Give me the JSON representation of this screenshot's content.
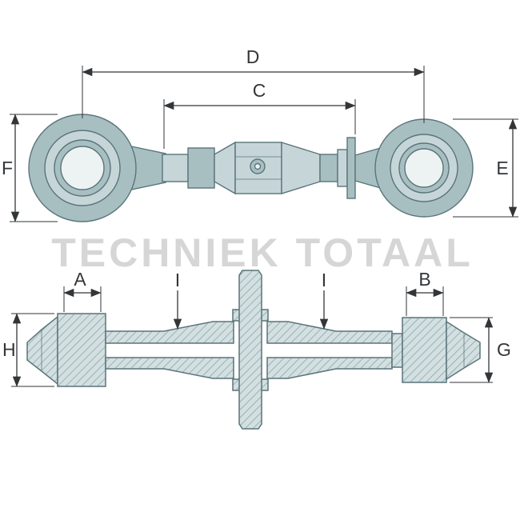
{
  "drawing": {
    "watermark": "TECHNIEK TOTAAL",
    "views": {
      "side_view": {
        "labels": {
          "overall_length": "D",
          "body_length": "C",
          "left_ball_end_height": "F",
          "right_ball_end_height": "E"
        }
      },
      "section_view": {
        "labels": {
          "left_bush_width": "A",
          "right_bush_width": "B",
          "left_end_height": "H",
          "right_end_height": "G",
          "left_wall_marker": "I",
          "right_wall_marker": "I"
        }
      }
    }
  },
  "colors": {
    "background": "#ffffff",
    "part_light": "#c6d6d8",
    "part_mid": "#a8bfc2",
    "part_hole": "#edf2f2",
    "outline": "#5a747b",
    "hatch_bg": "#d3dfe0",
    "hatch_line": "#7fa1a6",
    "dimension": "#333638",
    "watermark": "#d6d6d6"
  }
}
